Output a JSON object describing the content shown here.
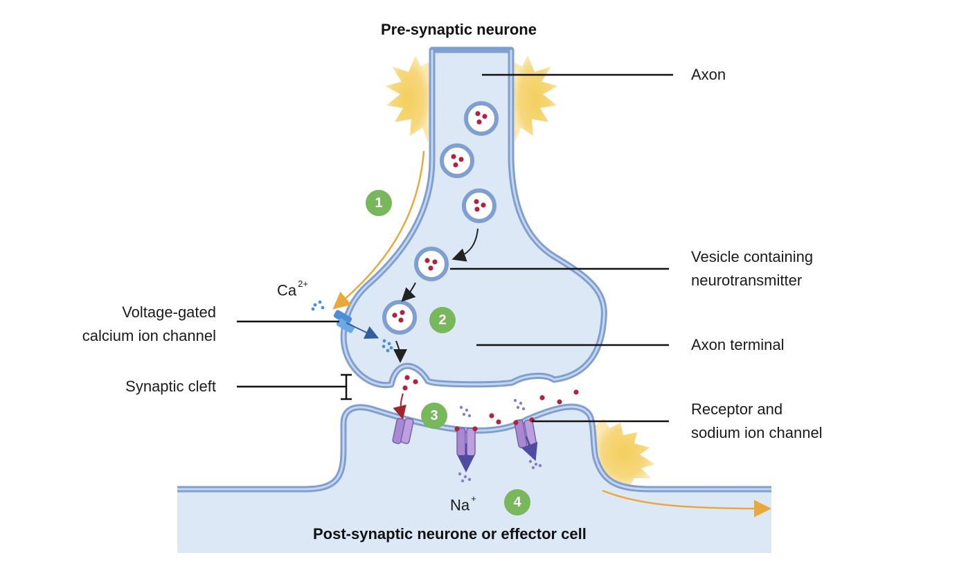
{
  "titles": {
    "pre": "Pre-synaptic neurone",
    "post": "Post-synaptic neurone or effector cell"
  },
  "labels": {
    "axon": "Axon",
    "vesicle_line1": "Vesicle containing",
    "vesicle_line2": "neurotransmitter",
    "axon_terminal": "Axon terminal",
    "receptor_line1": "Receptor and",
    "receptor_line2": "sodium ion channel",
    "vgcc_line1": "Voltage-gated",
    "vgcc_line2": "calcium ion channel",
    "synaptic_cleft": "Synaptic cleft"
  },
  "ions": {
    "calcium_base": "Ca",
    "calcium_charge": "2+",
    "sodium_base": "Na",
    "sodium_charge": "+"
  },
  "steps": [
    "1",
    "2",
    "3",
    "4"
  ],
  "colors": {
    "membrane": "#7f9fd1",
    "cytoplasm": "#dde8f6",
    "step_badge": "#78b75b",
    "neurotransmitter": "#b3213f",
    "receptor": "#a889cf",
    "calcium_channel": "#4a8fd8",
    "signal": "#e9a83a"
  }
}
